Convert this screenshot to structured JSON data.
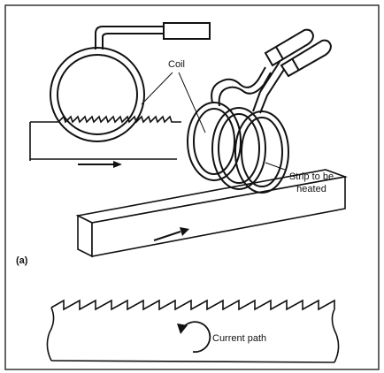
{
  "labels": {
    "coil": "Coil",
    "strip_line1": "Strip to be",
    "strip_line2": "heated",
    "panel": "(a)",
    "current_path": "Current path"
  },
  "colors": {
    "ink": "#111111",
    "frame": "#333333",
    "background": "#ffffff"
  }
}
